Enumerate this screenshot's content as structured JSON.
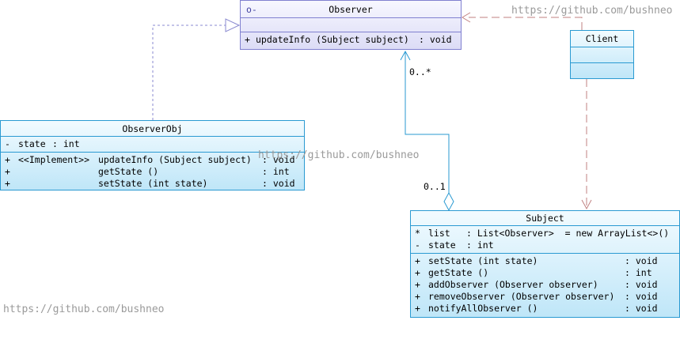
{
  "observer": {
    "name": "Observer",
    "lollipop": "o-",
    "methods": [
      {
        "vis": "+",
        "sig": "updateInfo (Subject subject)",
        "type": ": void"
      }
    ]
  },
  "client": {
    "name": "Client"
  },
  "observer_obj": {
    "name": "ObserverObj",
    "attributes": [
      {
        "vis": "-",
        "sig": "state",
        "type": ": int"
      }
    ],
    "methods": [
      {
        "vis": "+",
        "stereo": "<<Implement>>",
        "sig": "updateInfo (Subject subject)",
        "type": ": void"
      },
      {
        "vis": "+",
        "stereo": "",
        "sig": "getState ()",
        "type": ": int"
      },
      {
        "vis": "+",
        "stereo": "",
        "sig": "setState (int state)",
        "type": ": void"
      }
    ]
  },
  "subject": {
    "name": "Subject",
    "attributes": [
      {
        "vis": "*",
        "sig": "list",
        "type": ": List<Observer>  = new ArrayList<>()"
      },
      {
        "vis": "-",
        "sig": "state",
        "type": ": int"
      }
    ],
    "methods": [
      {
        "vis": "+",
        "sig": "setState (int state)",
        "type": ": void"
      },
      {
        "vis": "+",
        "sig": "getState ()",
        "type": ": int"
      },
      {
        "vis": "+",
        "sig": "addObserver (Observer observer)",
        "type": ": void"
      },
      {
        "vis": "+",
        "sig": "removeObserver (Observer observer)",
        "type": ": void"
      },
      {
        "vis": "+",
        "sig": "notifyAllObserver ()",
        "type": ": void"
      }
    ]
  },
  "multiplicity": {
    "observer_end": "0..*",
    "subject_end": "0..1"
  },
  "watermarks": [
    "https://github.com/bushneo",
    "https://github.com/bushneo",
    "https://github.com/bushneo"
  ],
  "colors": {
    "interface_border": "#8080d0",
    "class_border": "#2a9ad2",
    "association_line": "#2a9ad2",
    "dependency_line": "#c06060"
  }
}
